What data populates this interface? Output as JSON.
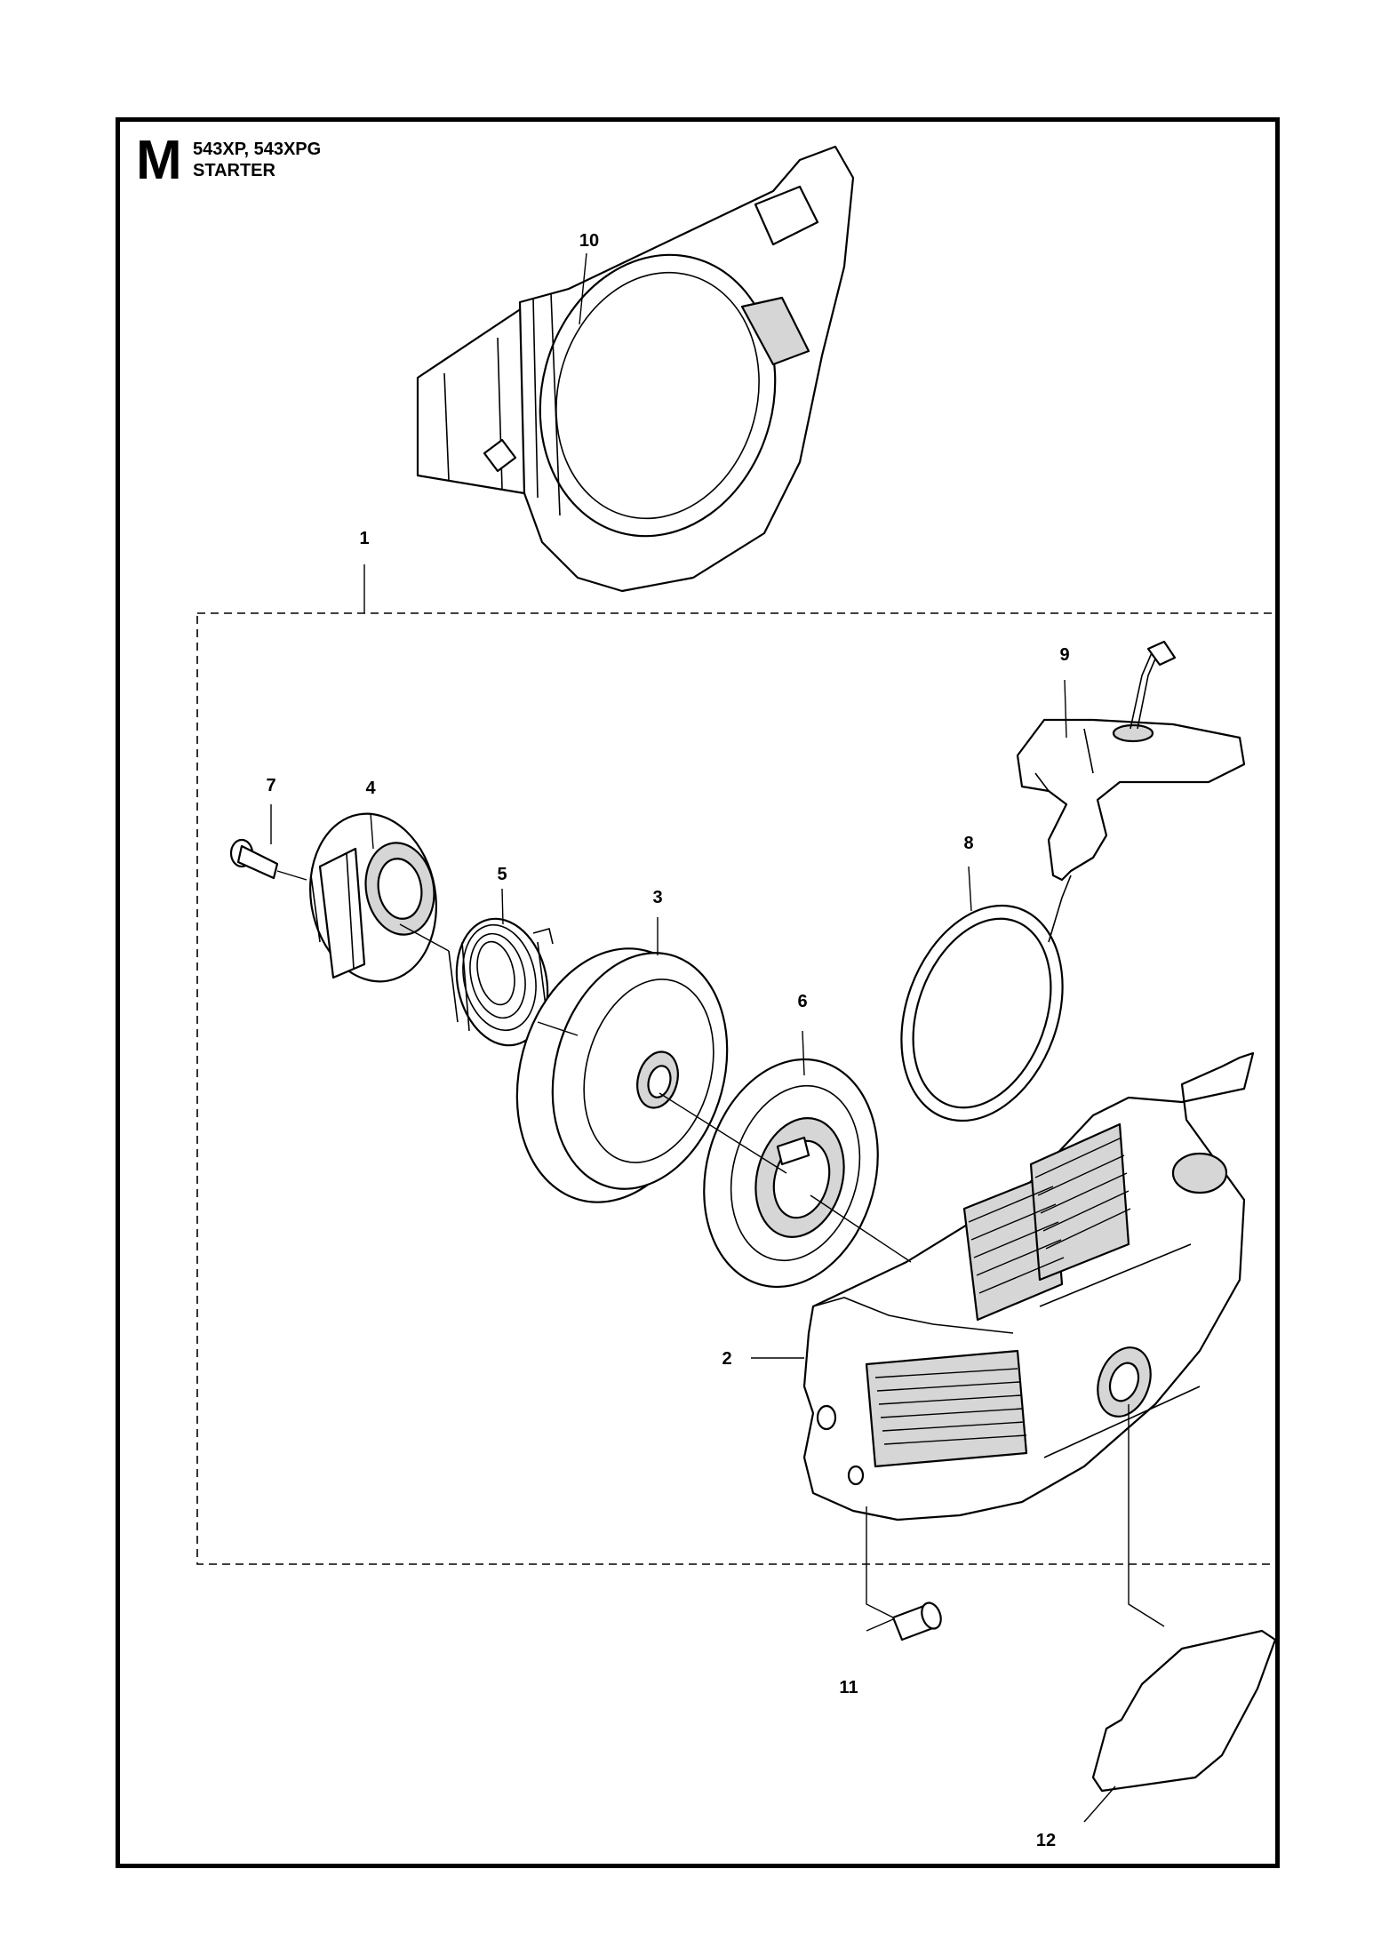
{
  "header": {
    "section_letter": "M",
    "models": "543XP, 543XPG",
    "title": "STARTER"
  },
  "callouts": [
    {
      "id": "p10",
      "label": "10",
      "part": "flywheel-cover"
    },
    {
      "id": "p1",
      "label": "1",
      "part": "starter-assembly"
    },
    {
      "id": "p9",
      "label": "9",
      "part": "starter-handle"
    },
    {
      "id": "p7",
      "label": "7",
      "part": "screw"
    },
    {
      "id": "p4",
      "label": "4",
      "part": "spring-cassette"
    },
    {
      "id": "p5",
      "label": "5",
      "part": "recoil-spring"
    },
    {
      "id": "p3",
      "label": "3",
      "part": "rope-pulley"
    },
    {
      "id": "p8",
      "label": "8",
      "part": "starter-rope"
    },
    {
      "id": "p6",
      "label": "6",
      "part": "spring-cover"
    },
    {
      "id": "p2",
      "label": "2",
      "part": "starter-housing"
    },
    {
      "id": "p11",
      "label": "11",
      "part": "housing-screw"
    },
    {
      "id": "p12",
      "label": "12",
      "part": "decal"
    }
  ]
}
